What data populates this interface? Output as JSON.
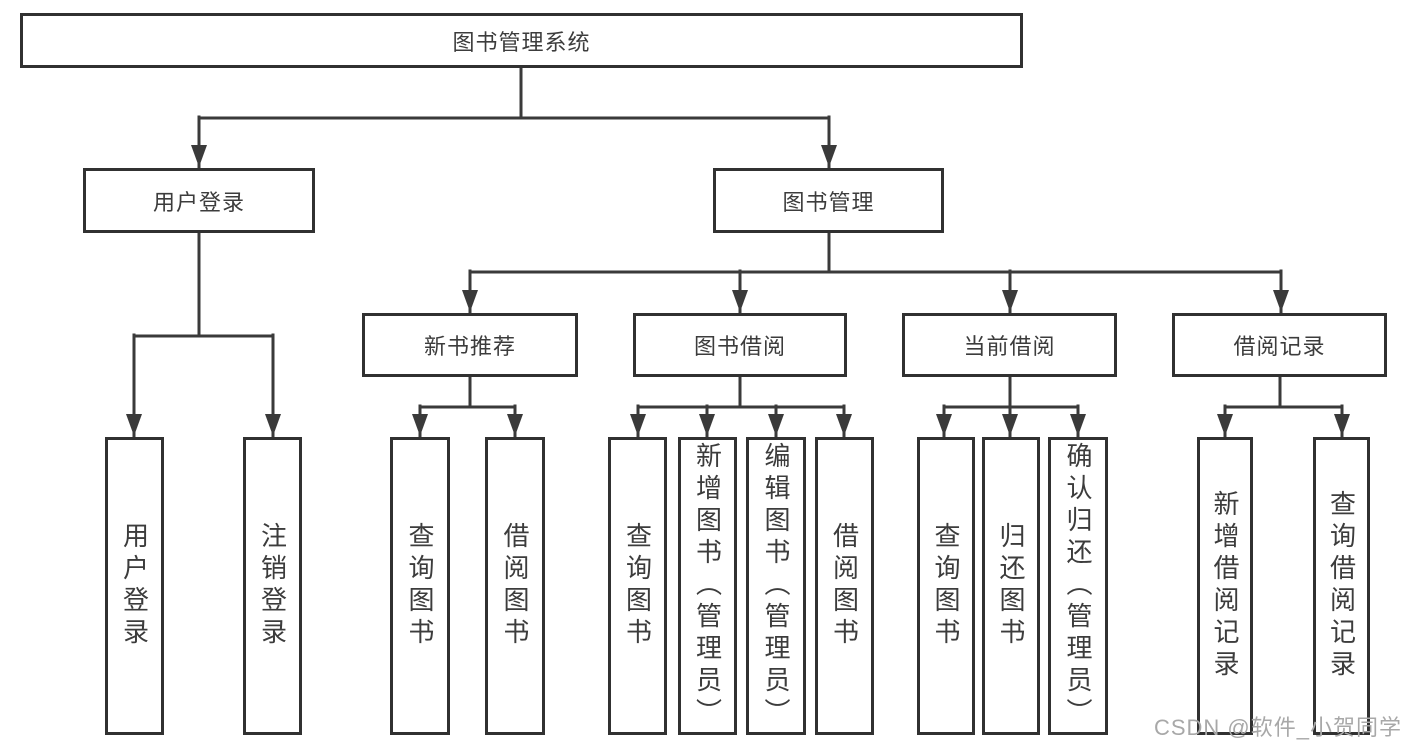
{
  "diagram": {
    "tree": {
      "label": "图书管理系统",
      "children": [
        {
          "label": "用户登录",
          "children": [
            {
              "label": "用户登录"
            },
            {
              "label": "注销登录"
            }
          ]
        },
        {
          "label": "图书管理",
          "children": [
            {
              "label": "新书推荐",
              "children": [
                {
                  "label": "查询图书"
                },
                {
                  "label": "借阅图书"
                }
              ]
            },
            {
              "label": "图书借阅",
              "children": [
                {
                  "label": "查询图书"
                },
                {
                  "label": "新增图书（管理员）"
                },
                {
                  "label": "编辑图书（管理员）"
                },
                {
                  "label": "借阅图书"
                }
              ]
            },
            {
              "label": "当前借阅",
              "children": [
                {
                  "label": "查询图书"
                },
                {
                  "label": "归还图书"
                },
                {
                  "label": "确认归还（管理员）"
                }
              ]
            },
            {
              "label": "借阅记录",
              "children": [
                {
                  "label": "新增借阅记录"
                },
                {
                  "label": "查询借阅记录"
                }
              ]
            }
          ]
        }
      ]
    },
    "watermark": "CSDN @软件_小贺同学",
    "colors": {
      "line": "#3a3a3a",
      "border": "#313131",
      "text": "#3c3c3c",
      "background": "#ffffff",
      "watermark": "#a8a8a8"
    }
  }
}
